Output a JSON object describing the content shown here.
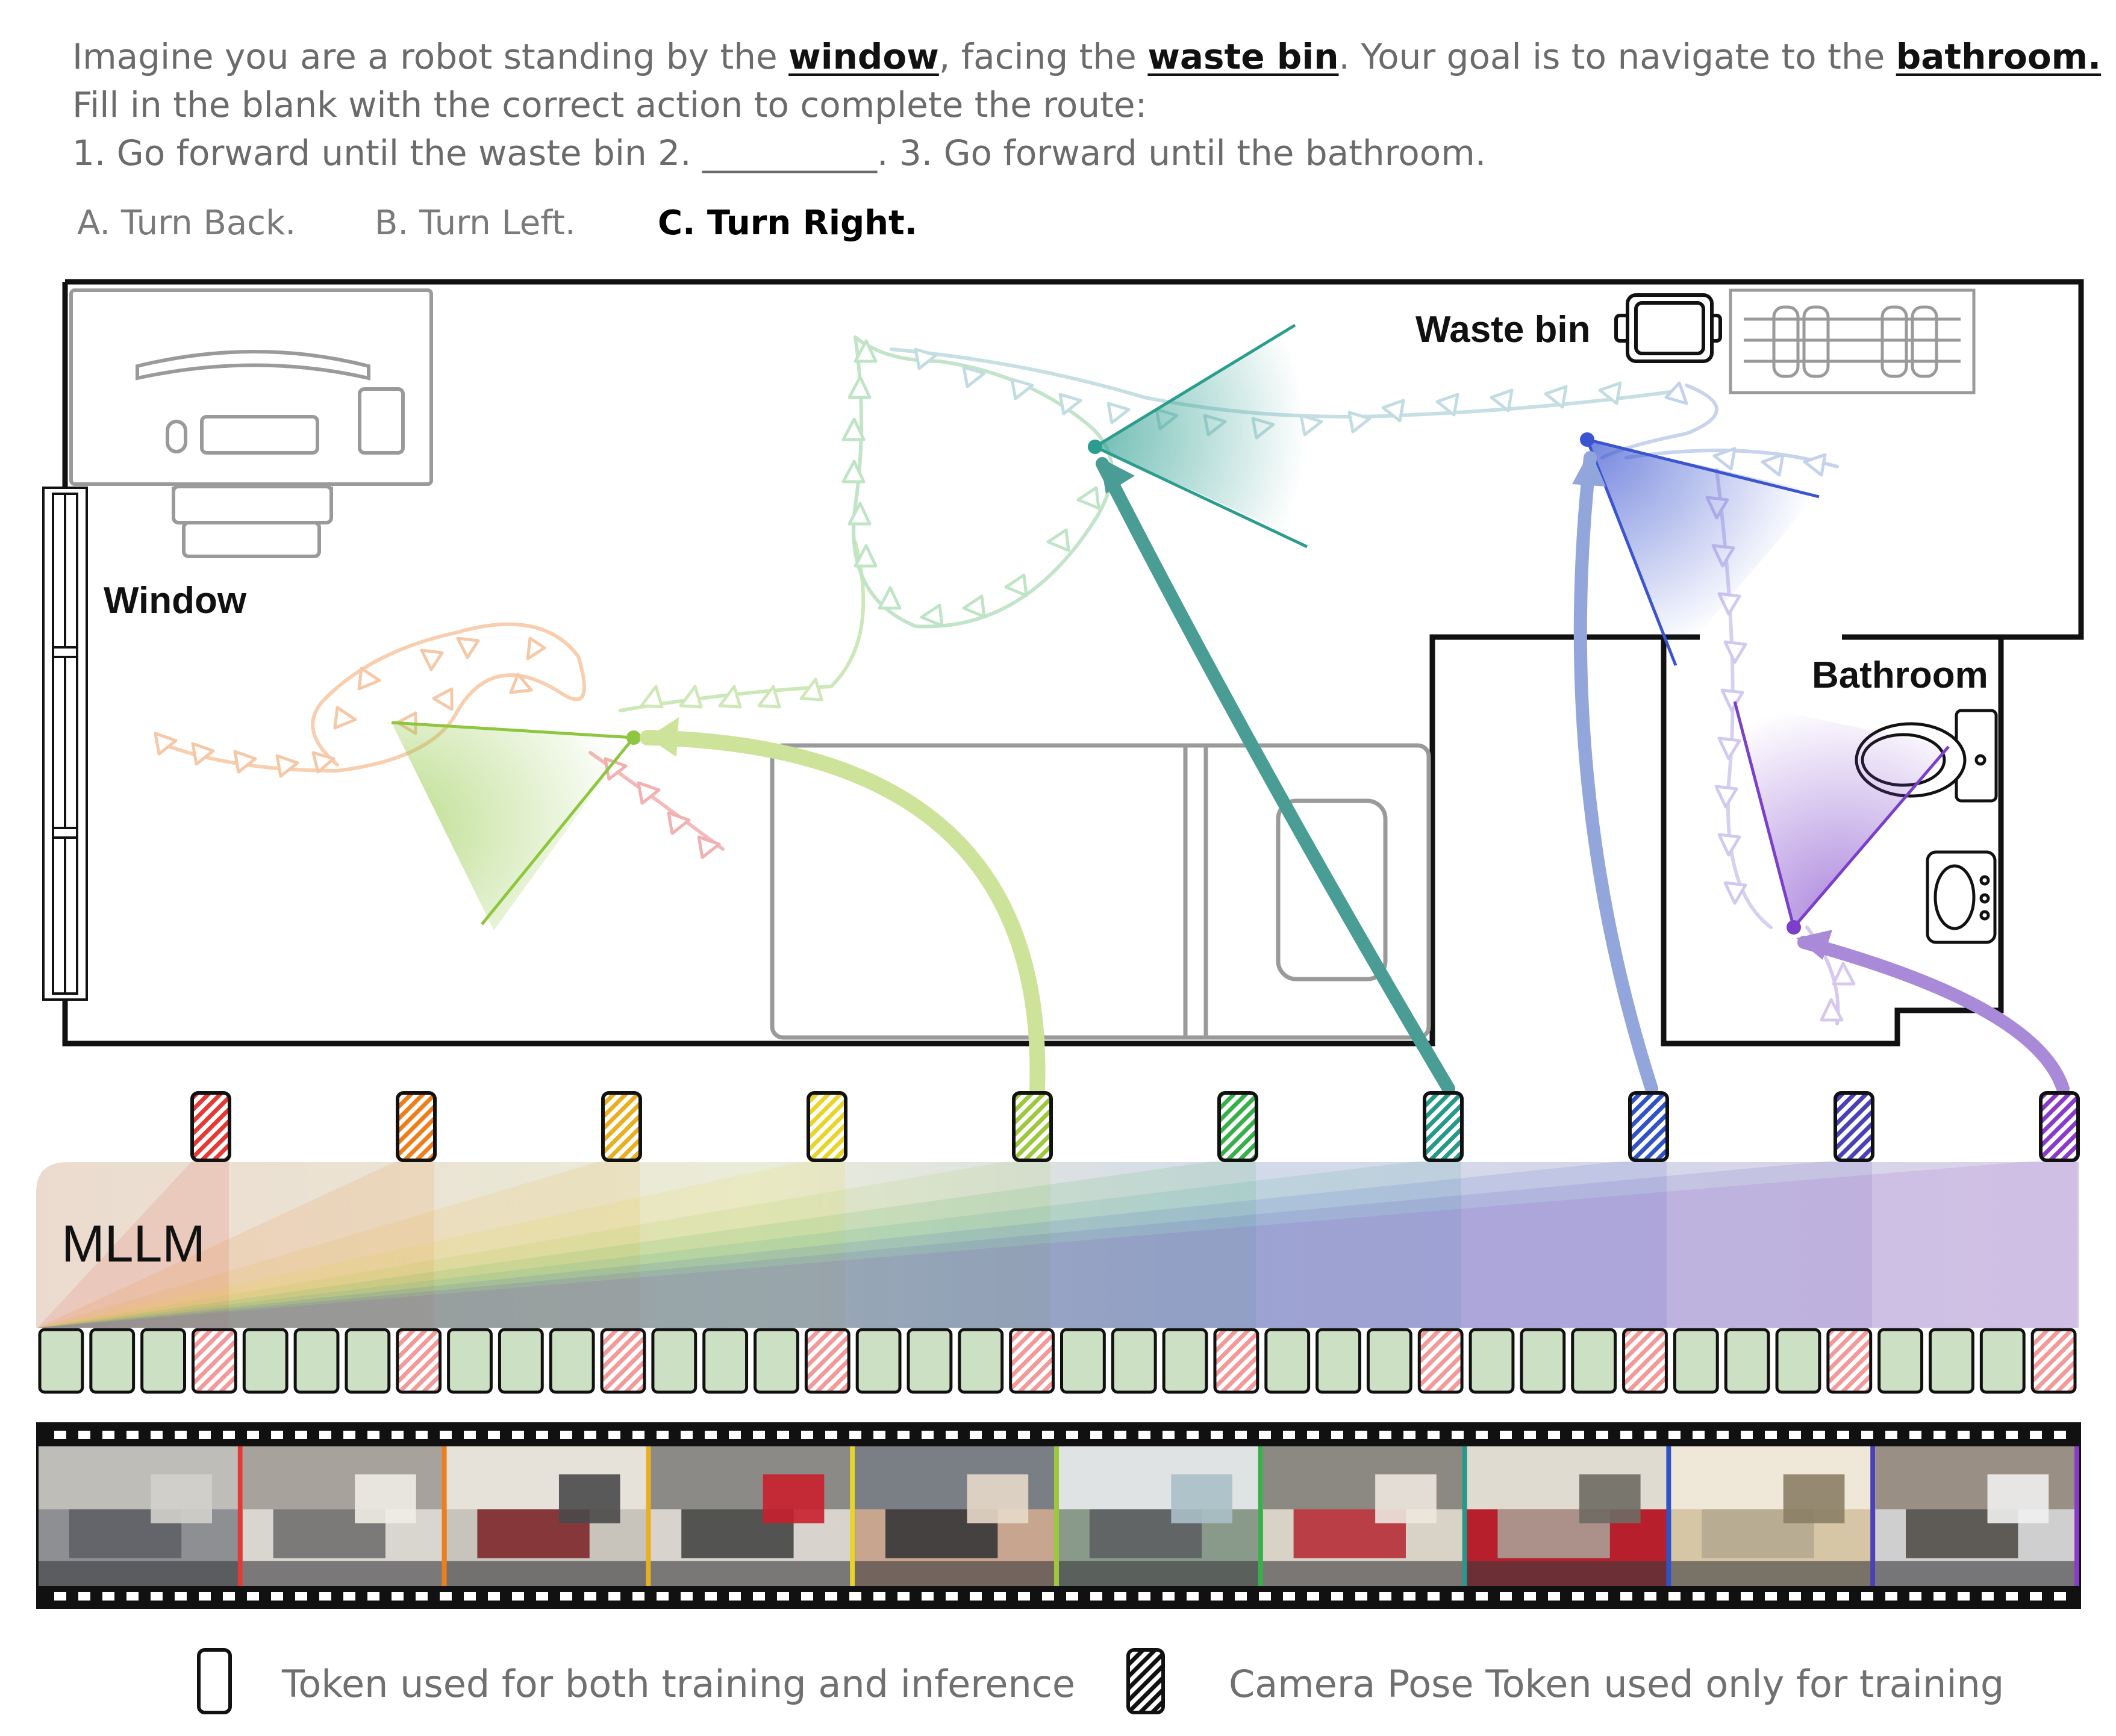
{
  "question": {
    "line1_prefix": "Imagine you are a robot standing by the ",
    "line1_window": "window",
    "line1_mid": ", facing the ",
    "line1_wastebin": "waste bin",
    "line1_mid2": ". Your goal is to navigate to the ",
    "line1_bathroom": "bathroom.",
    "line2": "Fill in the blank with the correct action to complete the route:",
    "line3": "1. Go forward until the waste bin  2. __________.  3. Go forward until the bathroom."
  },
  "options": [
    {
      "label": "A. Turn Back.",
      "selected": false
    },
    {
      "label": "B. Turn Left.",
      "selected": false
    },
    {
      "label": "C. Turn Right.",
      "selected": true
    }
  ],
  "map_labels": {
    "window": "Window",
    "waste_bin": "Waste bin",
    "bathroom": "Bathroom"
  },
  "model_label": "MLLM",
  "pose_token_colors": [
    "#e53935",
    "#ef7d1a",
    "#e8b020",
    "#e8d52a",
    "#9cc83c",
    "#37b04a",
    "#27998a",
    "#3052c8",
    "#4a40b8",
    "#8a3ac8"
  ],
  "token_sequence": "nnnpnnnpnnnpnnnpnnnpnnnpnnnpnnnpnnnpnnnp",
  "frame_colors": [
    "#e53935",
    "#ef7d1a",
    "#e8b020",
    "#e8d52a",
    "#9cc83c",
    "#37b04a",
    "#27998a",
    "#3052c8",
    "#4a40b8",
    "#8a3ac8"
  ],
  "legend": {
    "normal": "Token used for both training and inference",
    "pose": "Camera Pose Token used only for training"
  }
}
